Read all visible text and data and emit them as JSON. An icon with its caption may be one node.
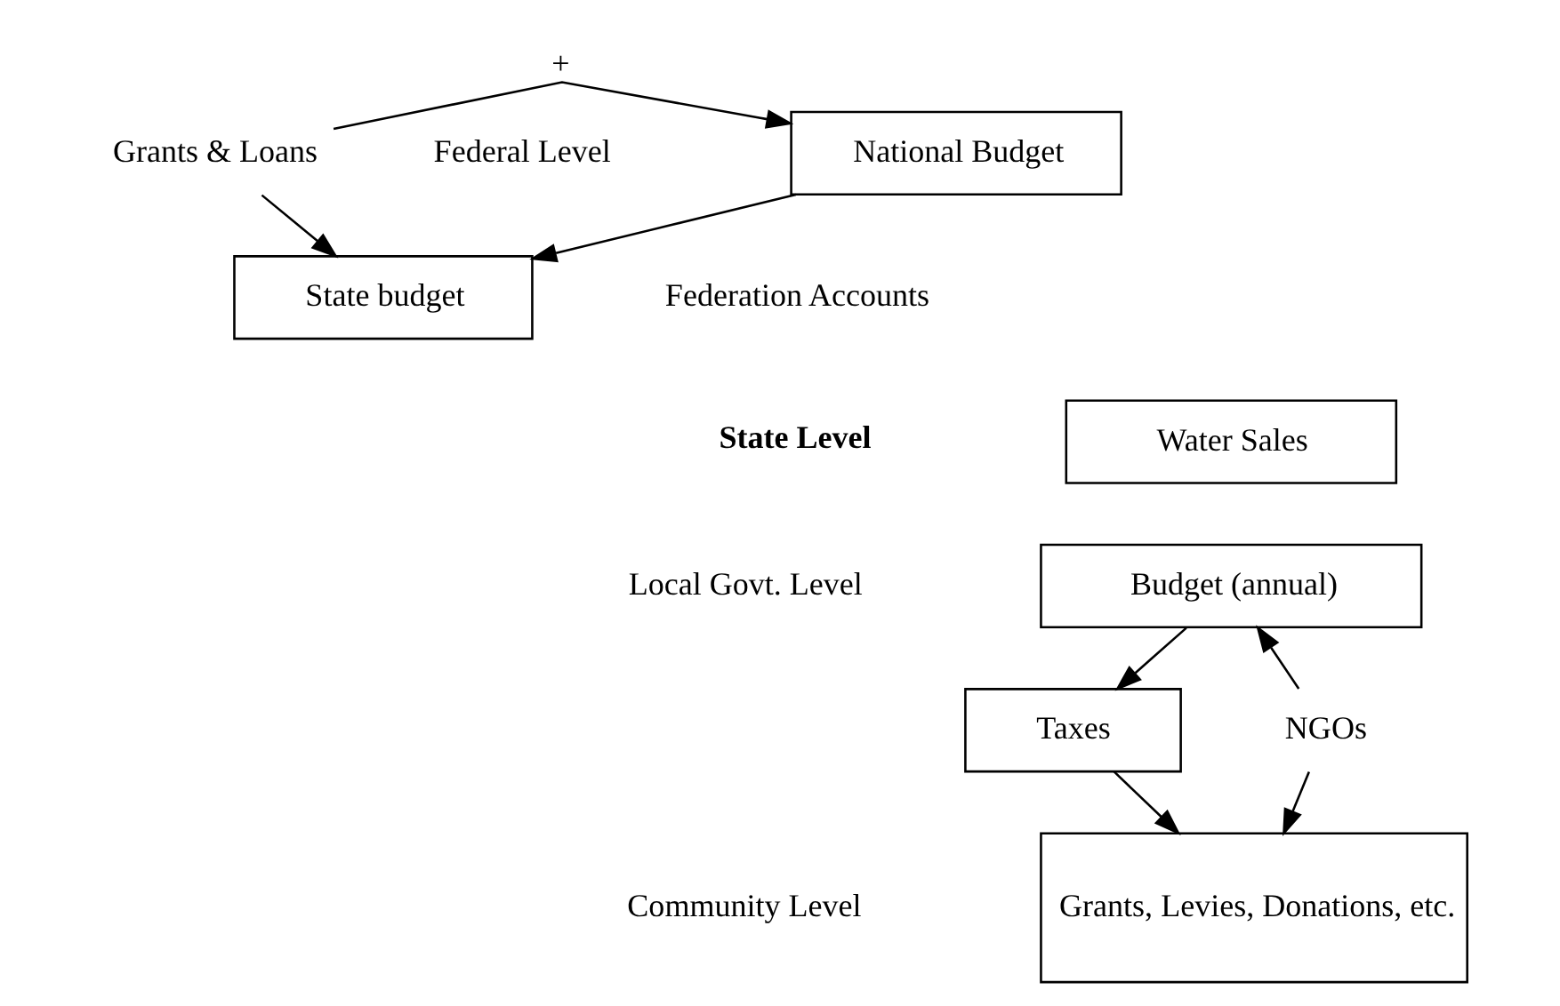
{
  "diagram": {
    "nodes": [
      {
        "text": [
          "National Budget"
        ]
      },
      {
        "text": [
          "State budget"
        ]
      },
      {
        "text": [
          "Water Sales"
        ]
      },
      {
        "text": [
          "Budget (annual)"
        ]
      },
      {
        "text": [
          "Taxes"
        ]
      },
      {
        "text": [
          "Grants, Levies, Donations, etc."
        ]
      },
      {
        "text": [
          "Grants & Loans"
        ]
      },
      {
        "text": [
          "NGOs"
        ]
      }
    ],
    "edges": [
      {
        "from": 6,
        "to": 0,
        "arrow": "to",
        "label": "+"
      },
      {
        "from": 6,
        "to": 1,
        "arrow": "to"
      },
      {
        "from": 0,
        "to": 1,
        "arrow": "to"
      },
      {
        "from": 3,
        "to": 4,
        "arrow": "to"
      },
      {
        "from": 4,
        "to": 5,
        "arrow": "to"
      },
      {
        "from": 7,
        "to": 3,
        "arrow": "to"
      },
      {
        "from": 7,
        "to": 5,
        "arrow": "to"
      }
    ],
    "labels": [
      "Federal Level",
      "Federation Accounts",
      "State Level",
      "Local Govt. Level",
      "Community Level"
    ]
  }
}
